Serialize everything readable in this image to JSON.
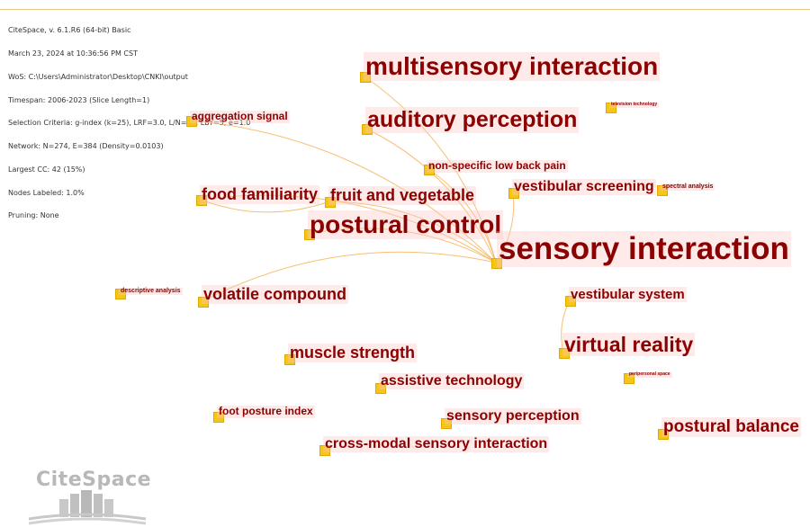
{
  "info_lines": [
    "CiteSpace, v. 6.1.R6 (64-bit) Basic",
    "March 23, 2024 at 10:36:56 PM CST",
    "WoS: C:\\Users\\Administrator\\Desktop\\CNKI\\output",
    "Timespan: 2006-2023 (Slice Length=1)",
    "Selection Criteria: g-index (k=25), LRF=3.0, L/N=10, LBY=5, e=1.0",
    "Network: N=274, E=384 (Density=0.0103)",
    "Largest CC: 42 (15%)",
    "Nodes Labeled: 1.0%",
    "Pruning: None"
  ],
  "nodes": {
    "multisensory_interaction": "multisensory interaction",
    "auditory_perception": "auditory perception",
    "television_technology": "television technology",
    "aggregation_signal": "aggregation signal",
    "non_specific_low_back_pain": "non-specific low back pain",
    "food_familiarity": "food familiarity",
    "fruit_and_vegetable": "fruit and vegetable",
    "vestibular_screening": "vestibular screening",
    "spectral_analysis": "spectral analysis",
    "postural_control": "postural control",
    "sensory_interaction": "sensory interaction",
    "descriptive_analysis": "descriptive analysis",
    "volatile_compound": "volatile compound",
    "vestibular_system": "vestibular system",
    "virtual_reality": "virtual reality",
    "muscle_strength": "muscle strength",
    "peripersonal_space": "peripersonal space",
    "assistive_technology": "assistive technology",
    "foot_posture_index": "foot posture index",
    "sensory_perception": "sensory perception",
    "postural_balance": "postural balance",
    "cross_modal_sensory_interaction": "cross-modal sensory interaction"
  },
  "links": [
    [
      "sensory_interaction",
      "multisensory_interaction"
    ],
    [
      "sensory_interaction",
      "auditory_perception"
    ],
    [
      "sensory_interaction",
      "aggregation_signal"
    ],
    [
      "sensory_interaction",
      "non_specific_low_back_pain"
    ],
    [
      "sensory_interaction",
      "food_familiarity"
    ],
    [
      "sensory_interaction",
      "fruit_and_vegetable"
    ],
    [
      "sensory_interaction",
      "postural_control"
    ],
    [
      "sensory_interaction",
      "vestibular_screening"
    ],
    [
      "sensory_interaction",
      "volatile_compound"
    ],
    [
      "food_familiarity",
      "fruit_and_vegetable"
    ],
    [
      "vestibular_system",
      "virtual_reality"
    ]
  ],
  "colors": {
    "label": "#8b0000",
    "node": "#f5c518",
    "edge": "#f6b45a",
    "logo": "#b8b8b8"
  },
  "logo": {
    "text": "CiteSpace"
  }
}
